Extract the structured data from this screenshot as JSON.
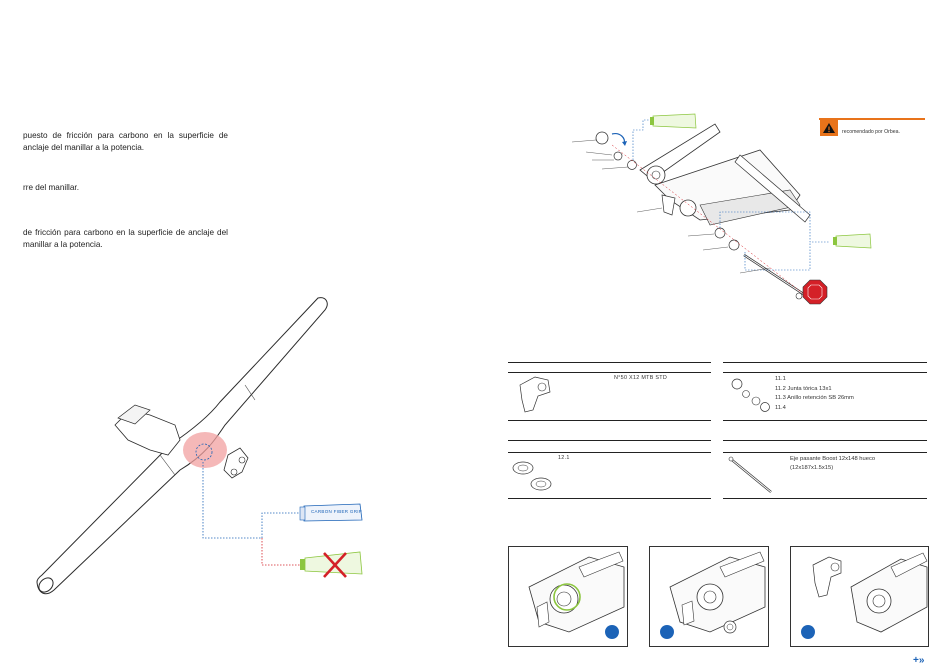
{
  "left": {
    "paragraphs": [
      "puesto de fricción para carbono en la superficie de anclaje del manillar a la potencia.",
      "rre del manillar.",
      "de fricción para carbono en la superficie de anclaje del manillar a la potencia."
    ],
    "tube_label": "CARBON FIBER GRIP"
  },
  "warning": {
    "text": "recomendado por Orbea."
  },
  "table": {
    "row1_left_code": "N°50 X12 MTB STD",
    "row1_right_items": [
      "11.1",
      "11.2  Junta tórica 13x1",
      "11.3  Anillo retención SB 26mm",
      "11.4"
    ],
    "row2_left_code": "12.1",
    "row2_right_text": [
      "Eje pasante Boost 12x148 hueco",
      "(12x187x1.5x15)"
    ]
  },
  "nav": {
    "next_label": "+»"
  },
  "colors": {
    "accent_blue": "#1c63b7",
    "warning_orange": "#e8731a",
    "green": "#8cc63f",
    "red": "#d42027"
  }
}
